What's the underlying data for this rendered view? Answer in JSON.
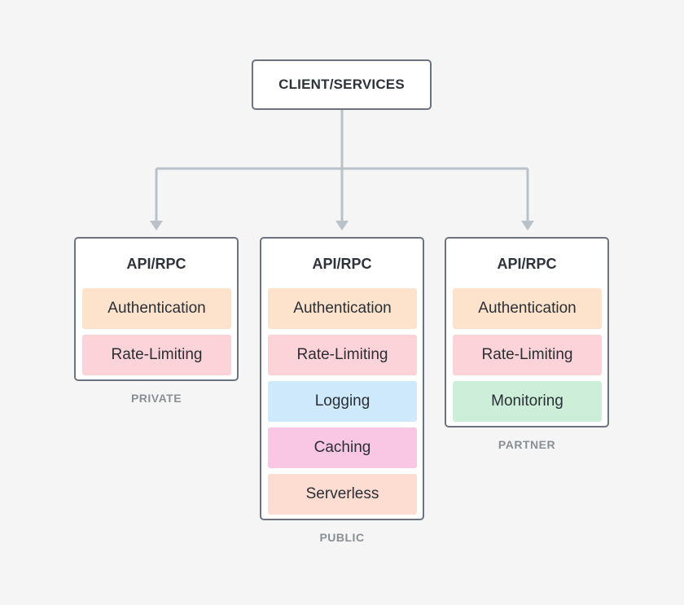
{
  "client": {
    "label": "CLIENT/SERVICES"
  },
  "columns": [
    {
      "title": "API/RPC",
      "label": "PRIVATE",
      "modules": [
        {
          "name": "Authentication",
          "color": "#fde3cc"
        },
        {
          "name": "Rate-Limiting",
          "color": "#fcd3d8"
        }
      ]
    },
    {
      "title": "API/RPC",
      "label": "PUBLIC",
      "modules": [
        {
          "name": "Authentication",
          "color": "#fde3cc"
        },
        {
          "name": "Rate-Limiting",
          "color": "#fcd3d8"
        },
        {
          "name": "Logging",
          "color": "#cde9fb"
        },
        {
          "name": "Caching",
          "color": "#f9c6e3"
        },
        {
          "name": "Serverless",
          "color": "#fddcd2"
        }
      ]
    },
    {
      "title": "API/RPC",
      "label": "PARTNER",
      "modules": [
        {
          "name": "Authentication",
          "color": "#fde3cc"
        },
        {
          "name": "Rate-Limiting",
          "color": "#fcd3d8"
        },
        {
          "name": "Monitoring",
          "color": "#cdeed8"
        }
      ]
    }
  ],
  "colors": {
    "border": "#6b7280",
    "connector": "#b9c1c9",
    "background": "#f5f5f5"
  }
}
